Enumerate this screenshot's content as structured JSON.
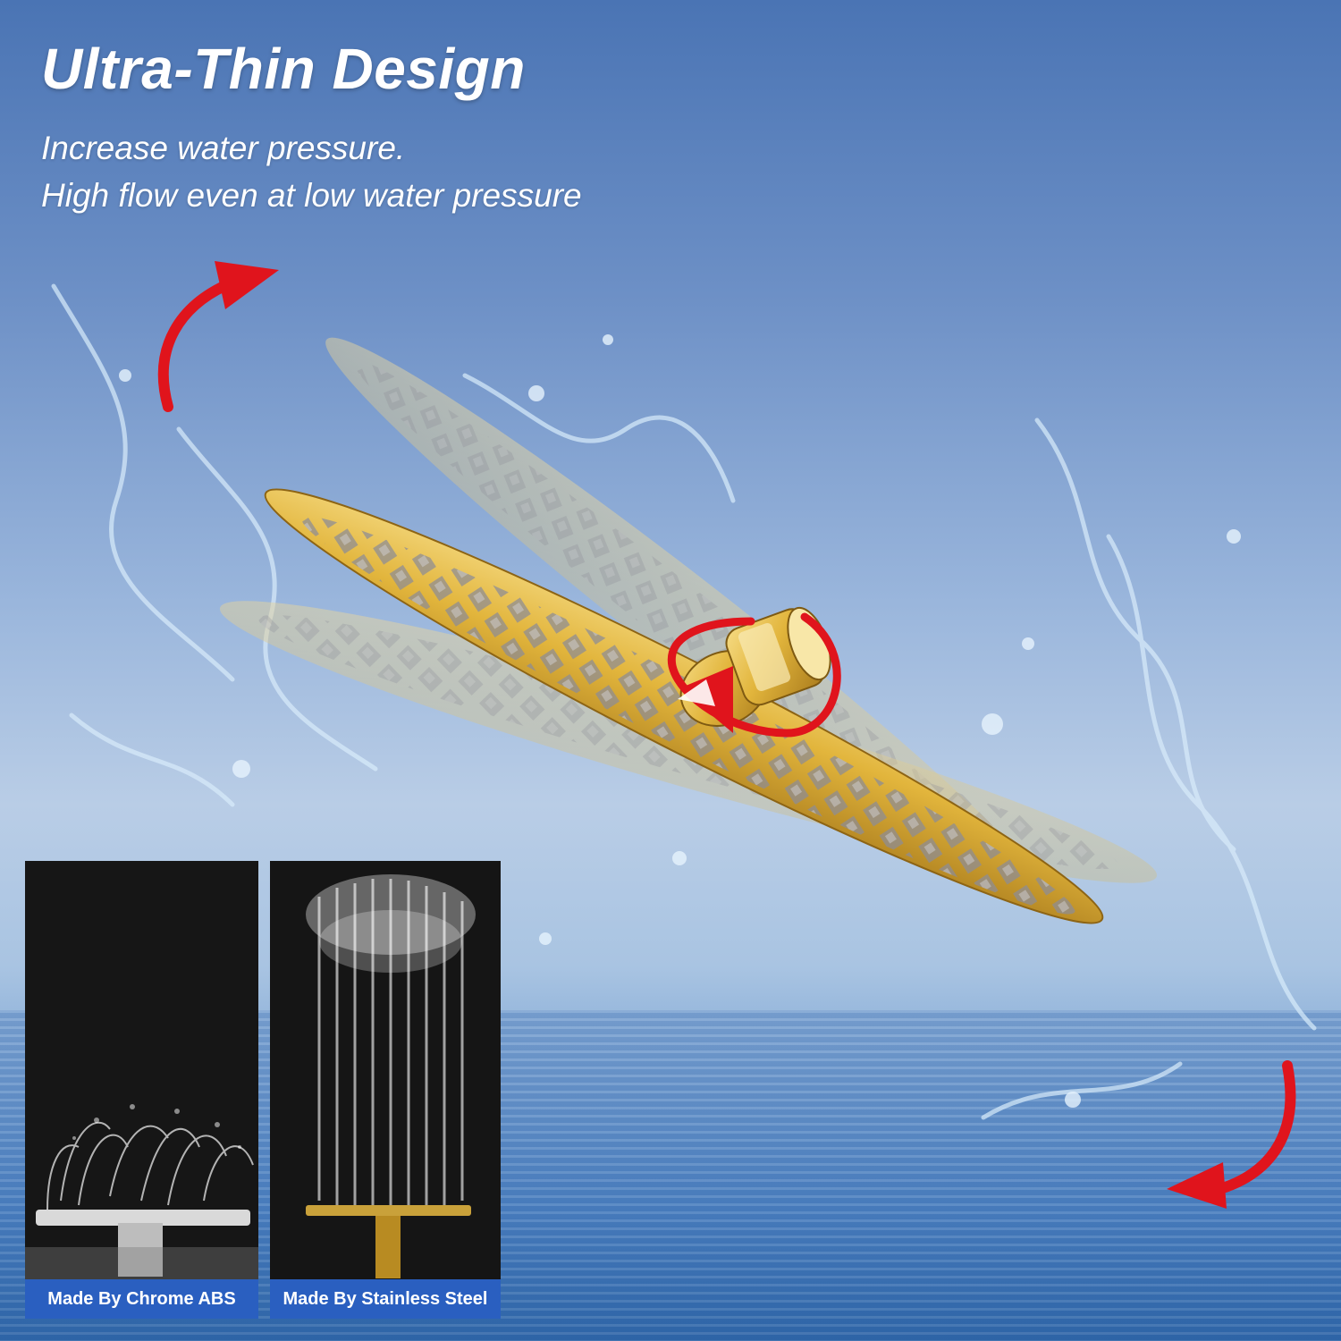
{
  "headline": "Ultra-Thin Design",
  "subtitle_lines": [
    "Increase water pressure.",
    "High flow even at low water pressure"
  ],
  "comparison": [
    {
      "caption": "Made By Chrome ABS"
    },
    {
      "caption": "Made By Stainless Steel"
    }
  ],
  "colors": {
    "arrow": "#e0141c",
    "gold": "#e2b53c",
    "caption_bar": "#2a5fc0",
    "text": "#ffffff"
  },
  "icons": [
    "rotate-arrow-icon",
    "swivel-arrow-icon"
  ]
}
